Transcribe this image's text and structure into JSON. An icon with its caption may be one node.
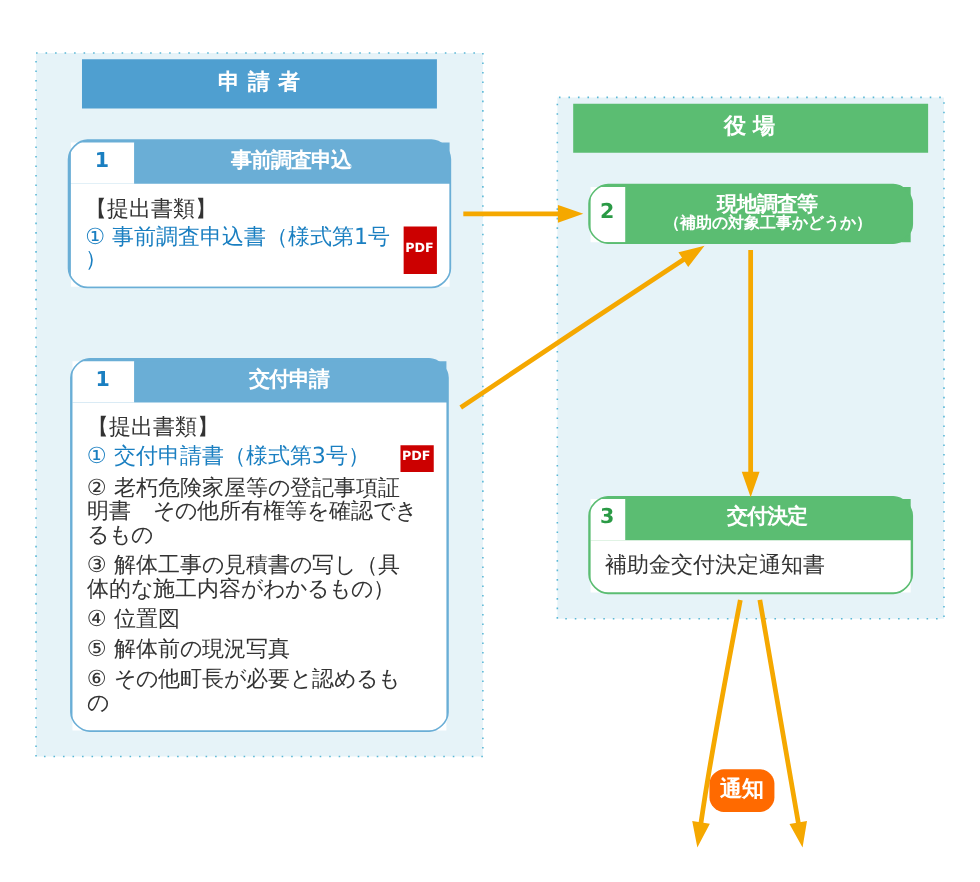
{
  "diagram": {
    "nodes": [
      {
        "text": [
          "申 請 者"
        ]
      },
      {
        "text": [
          "役 場"
        ]
      },
      {
        "text": [
          "1",
          "事前調査申込",
          "【提出書類】",
          "① 事前調査申込書（様式第1号）",
          "PDF"
        ],
        "in": 0
      },
      {
        "text": [
          "1",
          "交付申請",
          "【提出書類】",
          "① 交付申請書（様式第3号）",
          "PDF",
          "② 老朽危険家屋等の登記事項証明書　その他所有権等を確認できるもの",
          "③ 解体工事の見積書の写し（具体的な施工内容がわかるもの）",
          "④ 位置図",
          "⑤ 解体前の現況写真",
          "⑥ その他町長が必要と認めるもの"
        ],
        "in": 0
      },
      {
        "text": [
          "2",
          "現地調査等",
          "（補助の対象工事かどうか）"
        ],
        "in": 1
      },
      {
        "text": [
          "3",
          "交付決定",
          "補助金交付決定通知書"
        ],
        "in": 1
      }
    ],
    "edges": [
      {
        "from": 2,
        "to": 4,
        "arrow": "to"
      },
      {
        "from": 3,
        "to": 4,
        "arrow": "to"
      },
      {
        "from": 4,
        "to": 5,
        "arrow": "to"
      },
      {
        "from": 5,
        "to": null,
        "arrow": "to",
        "label": "通知"
      },
      {
        "from": 5,
        "to": null,
        "arrow": "to"
      }
    ]
  }
}
